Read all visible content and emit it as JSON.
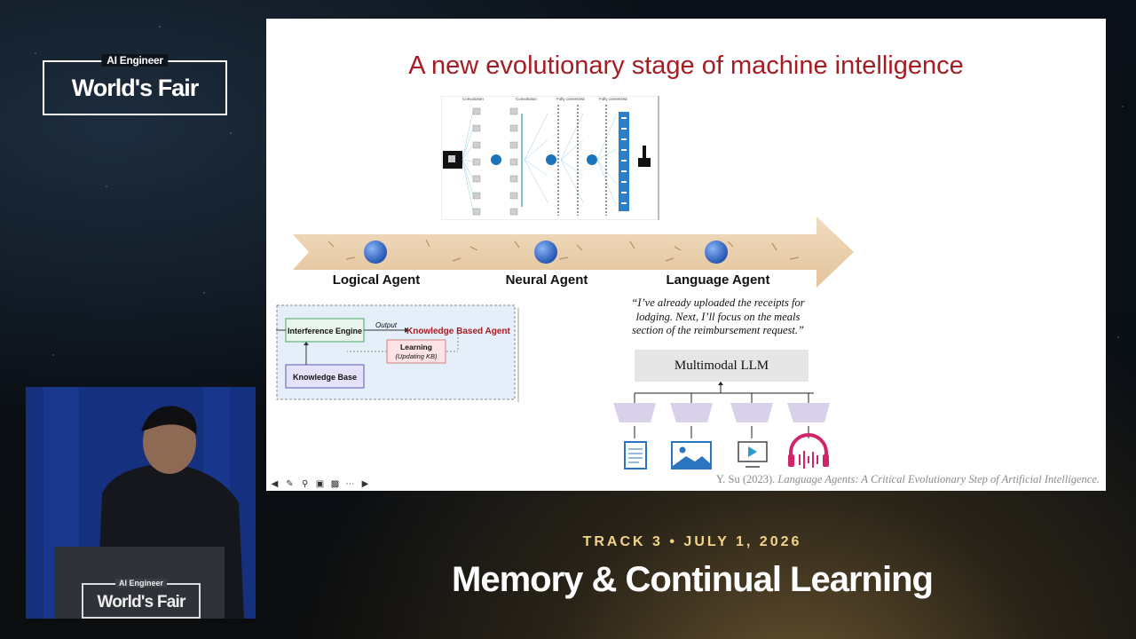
{
  "event": {
    "logo_small": "AI Engineer",
    "logo_big": "World's Fair"
  },
  "slide": {
    "title": "A new evolutionary stage of machine intelligence",
    "cnn_layers": [
      "Convolution",
      "Convolution",
      "Fully connected",
      "Fully connected"
    ],
    "stages": [
      "Logical Agent",
      "Neural Agent",
      "Language Agent"
    ],
    "kb_diagram": {
      "inference_engine": "Interference Engine",
      "output_label": "Output",
      "agent_label": "Knowledge Based Agent",
      "learning": "Learning",
      "learning_sub": "(Updating KB)",
      "knowledge_base": "Knowledge Base"
    },
    "quote": "“I’ve already uploaded the receipts for lodging. Next, I’ll focus on the meals section of the reimbursement request.”",
    "llm_label": "Multimodal LLM",
    "modalities": [
      "document-icon",
      "image-icon",
      "video-icon",
      "audio-icon"
    ],
    "citation_prefix": "Y. Su (2023).",
    "citation_title": "Language Agents: A Critical Evolutionary Step of Artificial Intelligence."
  },
  "podium": {
    "logo_small": "AI Engineer",
    "logo_big": "World's Fair"
  },
  "lower_third": {
    "track": "TRACK 3 • JULY 1, 2026",
    "session": "Memory & Continual Learning"
  },
  "colors": {
    "title_red": "#a51d24",
    "kb_agent_red": "#a51d24",
    "track_gold": "#f3d48a"
  }
}
